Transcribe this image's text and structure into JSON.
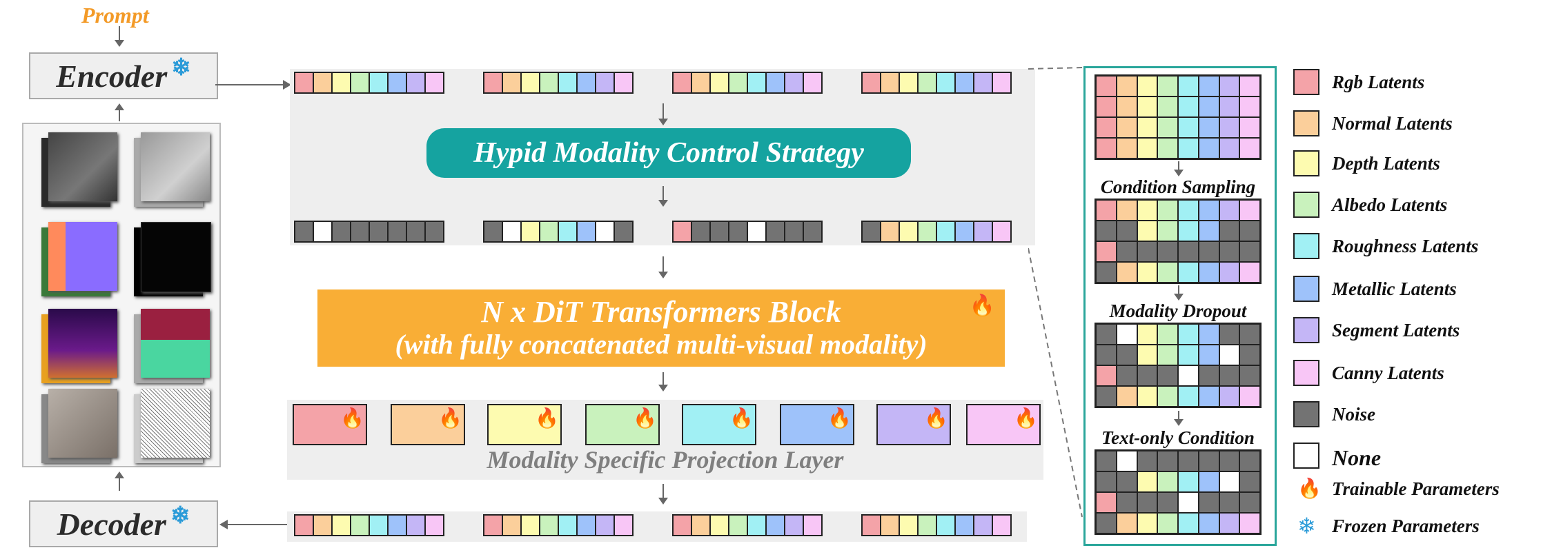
{
  "prompt_label": "Prompt",
  "encoder_label": "Encoder",
  "decoder_label": "Decoder",
  "hypid_label": "Hypid Modality Control Strategy",
  "dit_line1": "N x DiT Transformers Block",
  "dit_line2": "(with fully concatenated multi-visual modality)",
  "projection_label": "Modality Specific Projection Layer",
  "condition_sampling": "Condition Sampling",
  "modality_dropout": "Modality Dropout",
  "text_only_condition": "Text-only Condition",
  "colors": {
    "rgb": "#f4a3a8",
    "normal": "#fbcf9b",
    "depth": "#fdfbb0",
    "albedo": "#c9f2bd",
    "roughness": "#a1f0f4",
    "metallic": "#9ec2fa",
    "segment": "#c4b6f6",
    "canny": "#f8c6f6",
    "noise": "#737373",
    "none": "#ffffff",
    "accent_teal": "#15a3a0",
    "accent_orange": "#f9ae36"
  },
  "legend": [
    {
      "key": "rgb",
      "label": "Rgb Latents"
    },
    {
      "key": "normal",
      "label": "Normal Latents"
    },
    {
      "key": "depth",
      "label": "Depth Latents"
    },
    {
      "key": "albedo",
      "label": "Albedo Latents"
    },
    {
      "key": "roughness",
      "label": "Roughness Latents"
    },
    {
      "key": "metallic",
      "label": "Metallic Latents"
    },
    {
      "key": "segment",
      "label": "Segment Latents"
    },
    {
      "key": "canny",
      "label": "Canny Latents"
    },
    {
      "key": "noise",
      "label": "Noise"
    },
    {
      "key": "none",
      "label": "None"
    }
  ],
  "legend_trainable": "Trainable  Parameters",
  "legend_frozen": "Frozen  Parameters",
  "icons": {
    "trainable": "fire-icon",
    "frozen": "snowflake-icon"
  },
  "modality_order": [
    "rgb",
    "normal",
    "depth",
    "albedo",
    "roughness",
    "metallic",
    "segment",
    "canny"
  ],
  "strips": {
    "top": [
      [
        "rgb",
        "normal",
        "depth",
        "albedo",
        "roughness",
        "metallic",
        "segment",
        "canny"
      ],
      [
        "rgb",
        "normal",
        "depth",
        "albedo",
        "roughness",
        "metallic",
        "segment",
        "canny"
      ],
      [
        "rgb",
        "normal",
        "depth",
        "albedo",
        "roughness",
        "metallic",
        "segment",
        "canny"
      ],
      [
        "rgb",
        "normal",
        "depth",
        "albedo",
        "roughness",
        "metallic",
        "segment",
        "canny"
      ]
    ],
    "middle": [
      [
        "noise",
        "none",
        "noise",
        "noise",
        "noise",
        "noise",
        "noise",
        "noise"
      ],
      [
        "noise",
        "none",
        "depth",
        "albedo",
        "roughness",
        "metallic",
        "none",
        "noise"
      ],
      [
        "rgb",
        "noise",
        "noise",
        "noise",
        "none",
        "noise",
        "noise",
        "noise"
      ],
      [
        "noise",
        "normal",
        "depth",
        "albedo",
        "roughness",
        "metallic",
        "segment",
        "canny"
      ]
    ],
    "bottom": [
      [
        "rgb",
        "normal",
        "depth",
        "albedo",
        "roughness",
        "metallic",
        "segment",
        "canny"
      ],
      [
        "rgb",
        "normal",
        "depth",
        "albedo",
        "roughness",
        "metallic",
        "segment",
        "canny"
      ],
      [
        "rgb",
        "normal",
        "depth",
        "albedo",
        "roughness",
        "metallic",
        "segment",
        "canny"
      ],
      [
        "rgb",
        "normal",
        "depth",
        "albedo",
        "roughness",
        "metallic",
        "segment",
        "canny"
      ]
    ]
  },
  "grids": [
    [
      [
        "rgb",
        "normal",
        "depth",
        "albedo",
        "roughness",
        "metallic",
        "segment",
        "canny"
      ],
      [
        "rgb",
        "normal",
        "depth",
        "albedo",
        "roughness",
        "metallic",
        "segment",
        "canny"
      ],
      [
        "rgb",
        "normal",
        "depth",
        "albedo",
        "roughness",
        "metallic",
        "segment",
        "canny"
      ],
      [
        "rgb",
        "normal",
        "depth",
        "albedo",
        "roughness",
        "metallic",
        "segment",
        "canny"
      ]
    ],
    [
      [
        "rgb",
        "normal",
        "depth",
        "albedo",
        "roughness",
        "metallic",
        "segment",
        "canny"
      ],
      [
        "noise",
        "noise",
        "depth",
        "albedo",
        "roughness",
        "metallic",
        "noise",
        "noise"
      ],
      [
        "rgb",
        "noise",
        "noise",
        "noise",
        "noise",
        "noise",
        "noise",
        "noise"
      ],
      [
        "noise",
        "normal",
        "depth",
        "albedo",
        "roughness",
        "metallic",
        "segment",
        "canny"
      ]
    ],
    [
      [
        "noise",
        "none",
        "depth",
        "albedo",
        "roughness",
        "metallic",
        "noise",
        "noise"
      ],
      [
        "noise",
        "noise",
        "depth",
        "albedo",
        "roughness",
        "metallic",
        "none",
        "noise"
      ],
      [
        "rgb",
        "noise",
        "noise",
        "noise",
        "none",
        "noise",
        "noise",
        "noise"
      ],
      [
        "noise",
        "normal",
        "depth",
        "albedo",
        "roughness",
        "metallic",
        "segment",
        "canny"
      ]
    ],
    [
      [
        "noise",
        "none",
        "noise",
        "noise",
        "noise",
        "noise",
        "noise",
        "noise"
      ],
      [
        "noise",
        "noise",
        "depth",
        "albedo",
        "roughness",
        "metallic",
        "none",
        "noise"
      ],
      [
        "rgb",
        "noise",
        "noise",
        "noise",
        "none",
        "noise",
        "noise",
        "noise"
      ],
      [
        "noise",
        "normal",
        "depth",
        "albedo",
        "roughness",
        "metallic",
        "segment",
        "canny"
      ]
    ]
  ]
}
